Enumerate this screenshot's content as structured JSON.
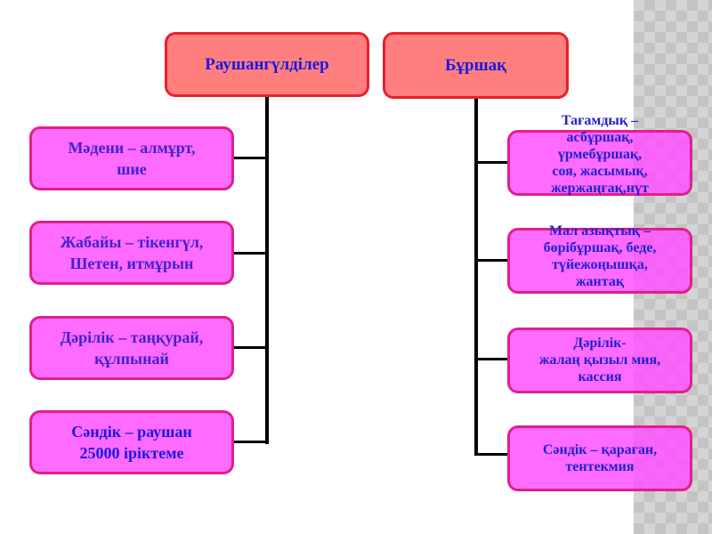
{
  "left": {
    "title": "Раушангүлділер",
    "items": [
      {
        "line1": "Мәдени – алмұрт,",
        "line2": "шие"
      },
      {
        "line1": "Жабайы – тікенгүл,",
        "line2": "Шетен, итмұрын"
      },
      {
        "line1": "Дәрілік – таңқурай,",
        "line2": "құлпынай"
      },
      {
        "line1": "Сәндік – раушан",
        "line2": "25000 іріктеме"
      }
    ]
  },
  "right": {
    "title": "Бұршақ",
    "items": [
      {
        "lines": [
          "Тағамдық –",
          "асбұршақ,",
          "үрмебұршақ,",
          "соя, жасымық,",
          "жержаңғақ,нүт"
        ]
      },
      {
        "lines": [
          "Мал азықтық –",
          "бөрібұршақ, беде,",
          "түйежоңышқа,",
          "жантақ"
        ]
      },
      {
        "lines": [
          "Дәрілік-",
          "жалаң қызыл мия,",
          "кассия"
        ]
      },
      {
        "lines": [
          "Сәндік – қараған,",
          "тентекмия"
        ]
      }
    ]
  }
}
